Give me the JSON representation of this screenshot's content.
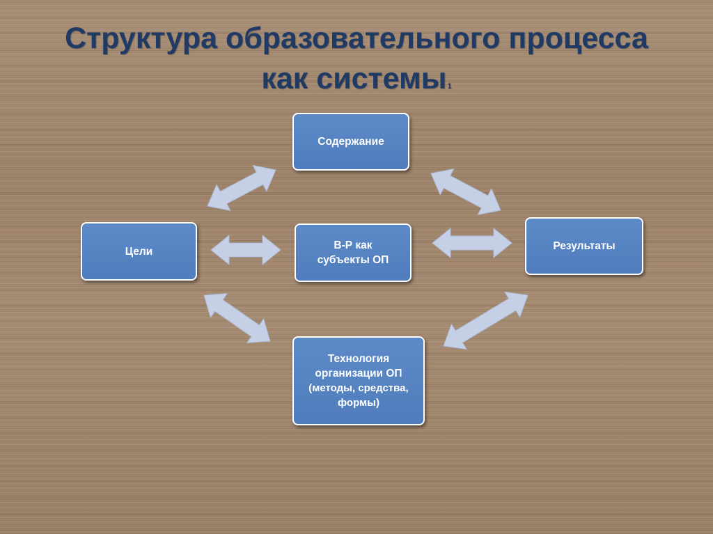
{
  "slide": {
    "title_line1": "Структура образовательного процесса",
    "title_line2": "как системы",
    "title_subscript": "1"
  },
  "nodes": {
    "content": {
      "label": "Содержание"
    },
    "goals": {
      "label": "Цели"
    },
    "center": {
      "line1": "В-Р как",
      "line2": "субъекты ОП"
    },
    "results": {
      "label": "Результаты"
    },
    "technology": {
      "line1": "Технология",
      "line2": "организации ОП",
      "line3": "(методы, средства,",
      "line4": "формы)"
    }
  },
  "colors": {
    "title": "#1f3a64",
    "node_fill": "#4f81bd",
    "node_border": "#ffffff",
    "arrow_fill": "#c5d0e6",
    "background": "#a58a72"
  },
  "connections": [
    {
      "from": "Цели",
      "to": "Содержание",
      "type": "double-arrow"
    },
    {
      "from": "Содержание",
      "to": "Результаты",
      "type": "double-arrow"
    },
    {
      "from": "Цели",
      "to": "В-Р как субъекты ОП",
      "type": "double-arrow"
    },
    {
      "from": "В-Р как субъекты ОП",
      "to": "Результаты",
      "type": "double-arrow"
    },
    {
      "from": "Цели",
      "to": "Технология организации ОП",
      "type": "double-arrow"
    },
    {
      "from": "Технология организации ОП",
      "to": "Результаты",
      "type": "double-arrow"
    }
  ]
}
